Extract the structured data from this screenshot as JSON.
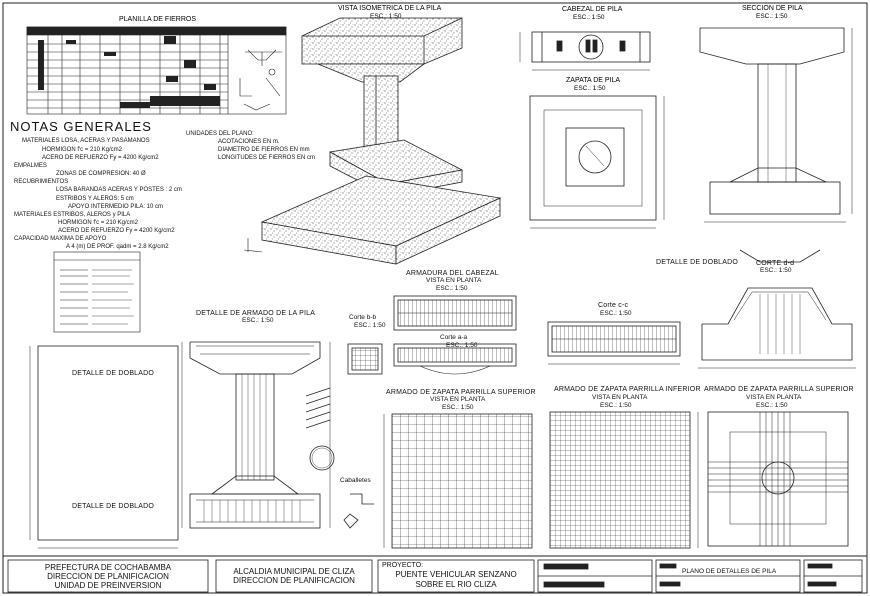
{
  "colors": {
    "ink": "#111111",
    "paper": "#ffffff",
    "hatch": "#333333"
  },
  "views": {
    "planilla": {
      "title": "PLANILLA DE FIERROS"
    },
    "isometrica": {
      "title": "VISTA ISOMETRICA DE LA PILA",
      "scale": "ESC.: 1:50"
    },
    "cabezal": {
      "title": "CABEZAL DE PILA",
      "scale": "ESC.: 1:50"
    },
    "seccion": {
      "title": "SECCION DE PILA",
      "scale": "ESC.: 1:50"
    },
    "zapata": {
      "title": "ZAPATA DE PILA",
      "scale": "ESC.: 1:50"
    },
    "armadura_cabezal": {
      "title": "ARMADURA DEL CABEZAL",
      "subtitle": "VISTA EN PLANTA",
      "scale": "ESC.: 1:50"
    },
    "detalle_armado": {
      "title": "DETALLE DE ARMADO DE LA PILA",
      "scale": "ESC.: 1:50"
    },
    "corte_bb": {
      "title": "Corte b-b",
      "scale": "ESC.: 1:50"
    },
    "corte_aa": {
      "title": "Corte a-a",
      "scale": "ESC.: 1:50"
    },
    "corte_cc": {
      "title": "Corte c-c",
      "scale": "ESC.: 1:50"
    },
    "corte_dd": {
      "title": "CORTE d-d",
      "scale": "ESC.: 1:50"
    },
    "detalle_doblado_1": {
      "title": "DETALLE DE DOBLADO"
    },
    "detalle_doblado_2": {
      "title": "DETALLE DE DOBLADO"
    },
    "detalle_doblado_3": {
      "title": "DETALLE DE DOBLADO"
    },
    "zapata_superior_1": {
      "title": "ARMADO DE ZAPATA PARRILLA SUPERIOR",
      "subtitle": "VISTA EN PLANTA",
      "scale": "ESC.: 1:50"
    },
    "zapata_inferior": {
      "title": "ARMADO DE ZAPATA PARRILLA INFERIOR",
      "subtitle": "VISTA EN PLANTA",
      "scale": "ESC.: 1:50"
    },
    "zapata_superior_2": {
      "title": "ARMADO DE ZAPATA PARRILLA SUPERIOR",
      "subtitle": "VISTA EN PLANTA",
      "scale": "ESC.: 1:50"
    },
    "caballetes": {
      "title": "Caballetes"
    }
  },
  "notas": {
    "heading": "NOTAS GENERALES",
    "lines": [
      "MATERIALES LOSA, ACERAS Y PASAMANOS",
      "HORMIGON   f'c = 210 Kg/cm2",
      "ACERO DE REFUERZO Fy = 4200 Kg/cm2",
      "EMPALMES",
      "ZONAS DE COMPRESION: 40 Ø",
      "RECUBRIMIENTOS",
      "LOSA BARANDAS ACERAS Y POSTES : 2 cm",
      "ESTRIBOS Y ALEROS: 5 cm",
      "APOYO INTERMEDIO PILA: 10 cm",
      "MATERIALES ESTRIBOS, ALEROS y PILA",
      "HORMIGON   f'c = 210 Kg/cm2",
      "ACERO DE REFUERZO Fy = 4200 Kg/cm2",
      "CAPACIDAD MAXIMA DE APOYO",
      "A 4 (m) DE PROF. qadm = 2.8 Kg/cm2"
    ],
    "unidades": [
      "UNIDADES DEL PLANO:",
      "ACOTACIONES EN m.",
      "DIAMETRO DE FIERROS EN mm",
      "LONGITUDES DE FIERROS EN cm"
    ]
  },
  "title_block": {
    "box1": [
      "PREFECTURA DE COCHABAMBA",
      "DIRECCION DE PLANIFICACION",
      "UNIDAD DE PREINVERSION"
    ],
    "box2": [
      "ALCALDIA MUNICIPAL DE CLIZA",
      "DIRECCION DE PLANIFICACION"
    ],
    "box3_label": "PROYECTO:",
    "box3": [
      "PUENTE VEHICULAR SENZANO",
      "SOBRE EL RIO CLIZA"
    ],
    "box5": "PLANO DE DETALLES DE PILA"
  }
}
